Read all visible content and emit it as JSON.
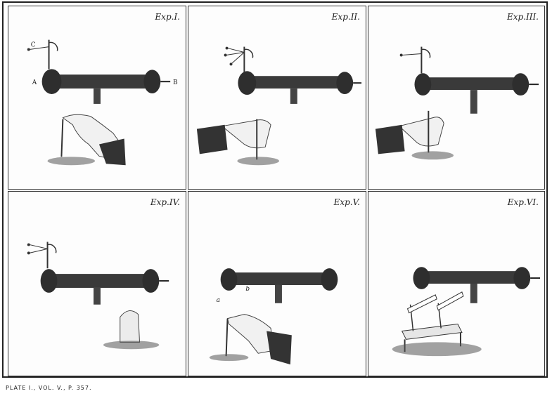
{
  "plate": {
    "caption": "PLATE I., VOL. V., P. 357.",
    "panels": [
      {
        "label": "Exp.I.",
        "marks": {
          "c": "C",
          "a": "A",
          "b": "B"
        }
      },
      {
        "label": "Exp.II."
      },
      {
        "label": "Exp.III."
      },
      {
        "label": "Exp.IV."
      },
      {
        "label": "Exp.V.",
        "marks": {
          "a": "a",
          "b": "b"
        }
      },
      {
        "label": "Exp.VI."
      }
    ]
  },
  "colors": {
    "ink": "#333333",
    "shade": "#555555",
    "paper": "#fdfdfd"
  },
  "icons": {
    "conductor": "cylinder-conductor-icon",
    "electroscope": "pith-ball-electroscope-icon",
    "hand": "hand-icon",
    "glass_stand": "glass-stand-icon",
    "cake": "resin-cake-icon",
    "table": "insulated-table-icon"
  }
}
